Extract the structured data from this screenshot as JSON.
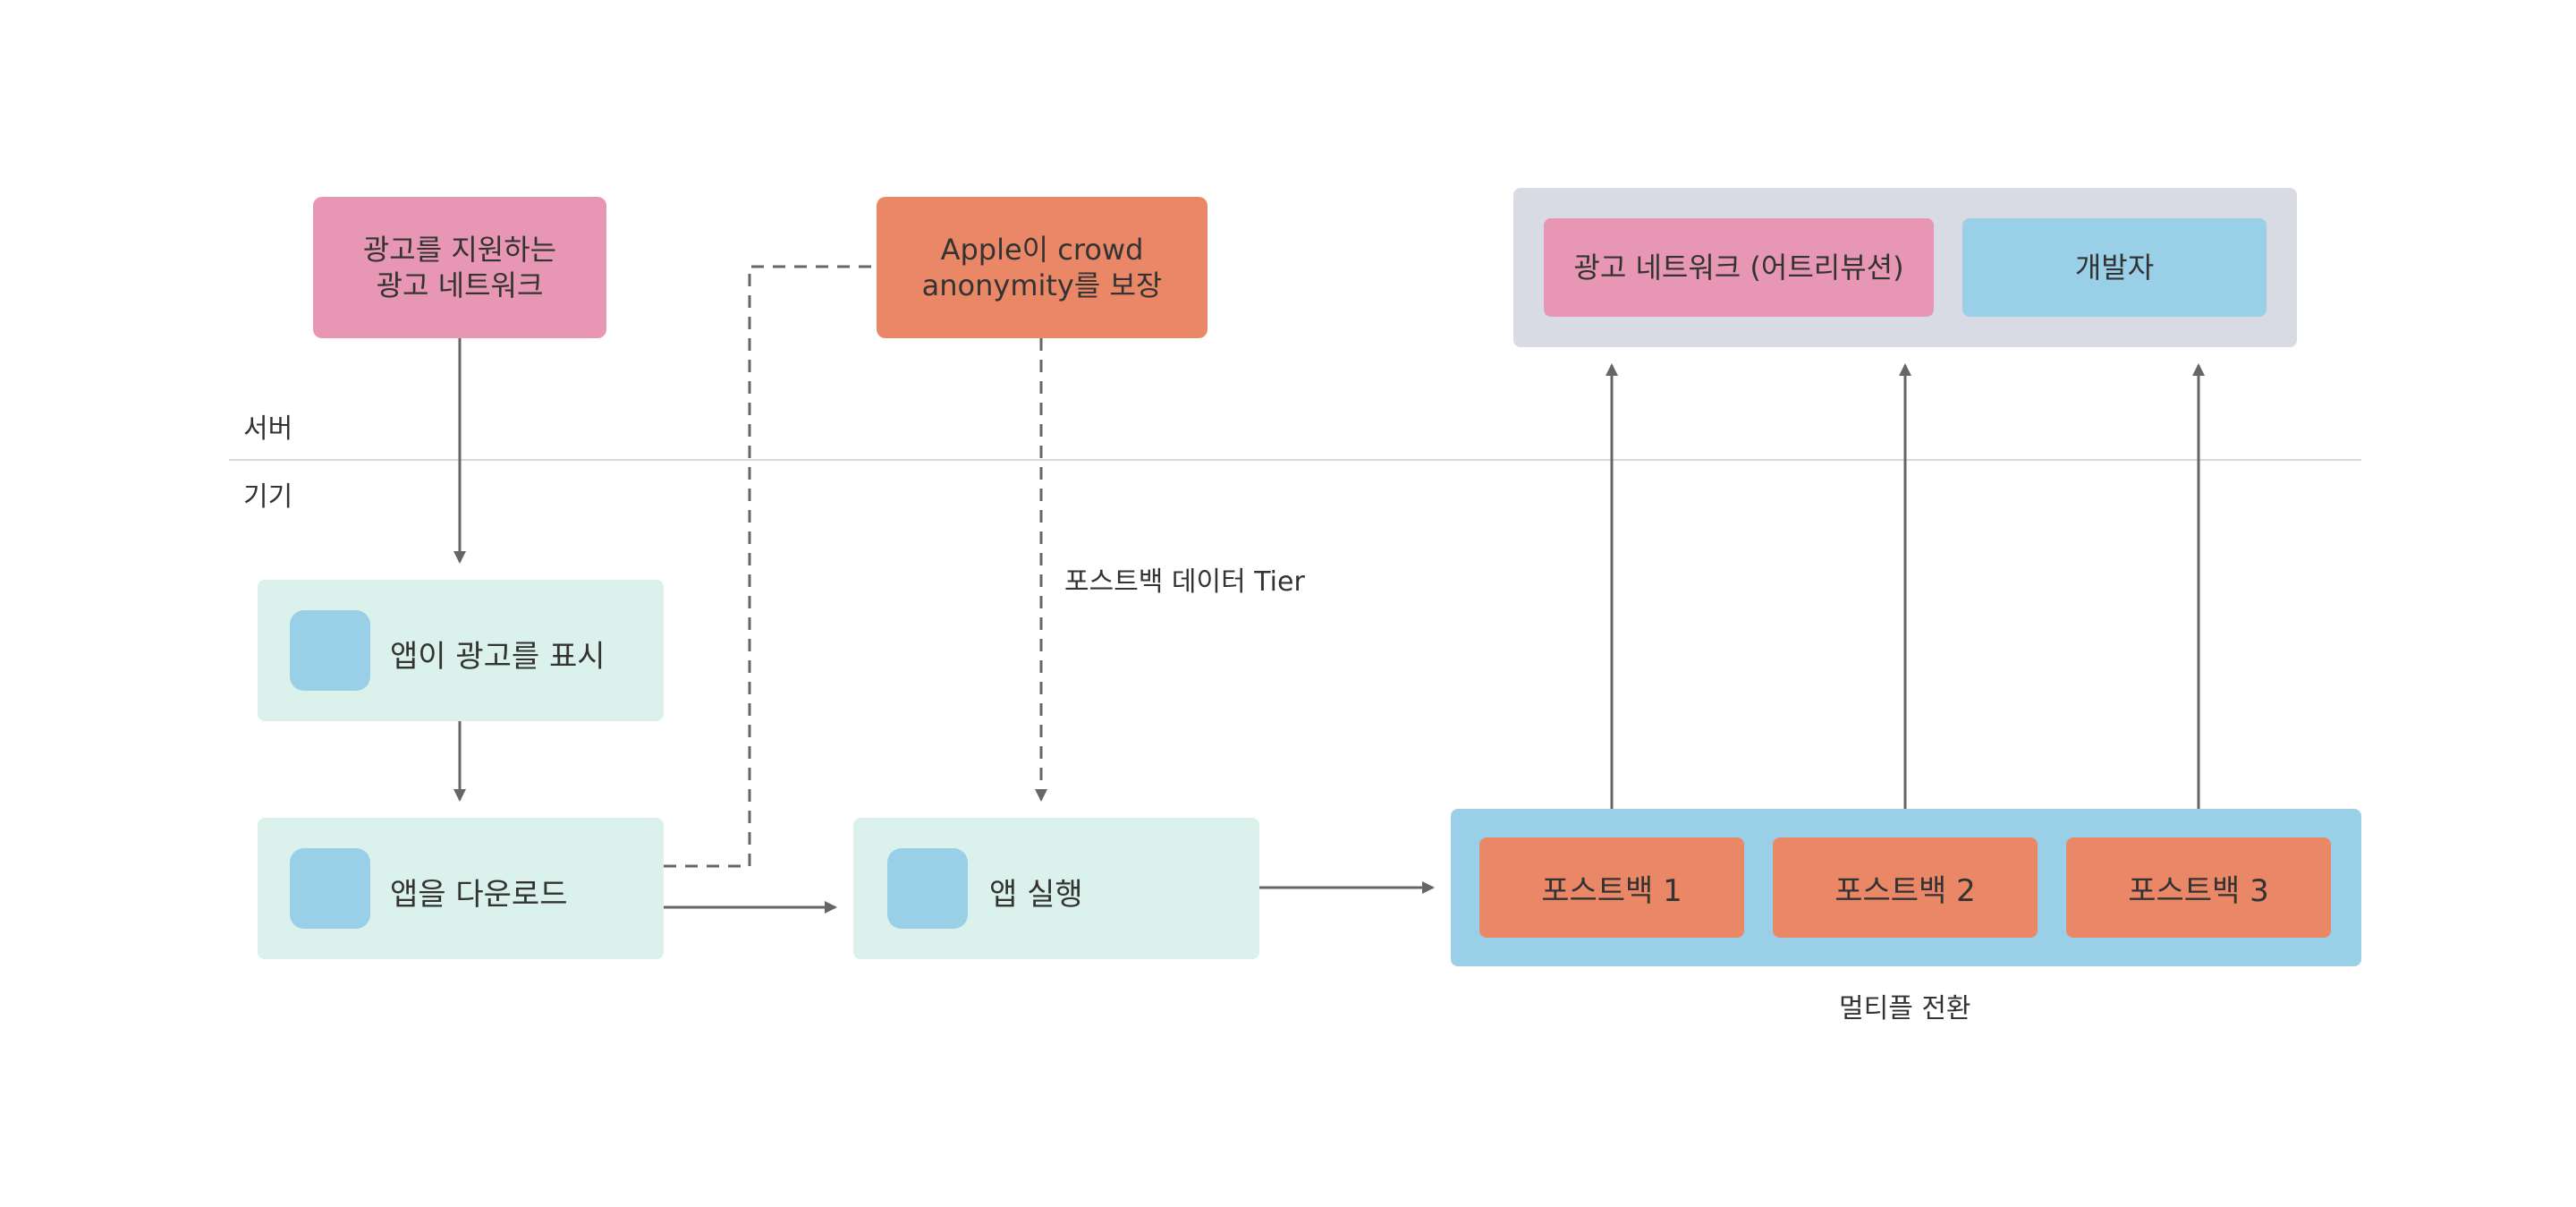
{
  "regions": {
    "server_label": "서버",
    "device_label": "기기"
  },
  "nodes": {
    "ad_network_line1": "광고를 지원하는",
    "ad_network_line2": "광고 네트워크",
    "apple_line1": "Apple이 crowd",
    "apple_line2": "anonymity를 보장",
    "app_shows_ad": "앱이 광고를 표시",
    "app_download": "앱을 다운로드",
    "app_launch": "앱 실행",
    "recipient_ad_network": "광고 네트워크 (어트리뷰션)",
    "recipient_developer": "개발자",
    "postback_1": "포스트백 1",
    "postback_2": "포스트백 2",
    "postback_3": "포스트백 3"
  },
  "annotations": {
    "postback_tier": "포스트백 데이터 Tier",
    "multiple_conversions": "멀티플 전환"
  },
  "colors": {
    "pink": "#e796b3",
    "orange": "#e98767",
    "mint": "#dbf1ec",
    "blue": "#99cfe7",
    "gray": "#d8dbe4",
    "line": "#666666"
  }
}
